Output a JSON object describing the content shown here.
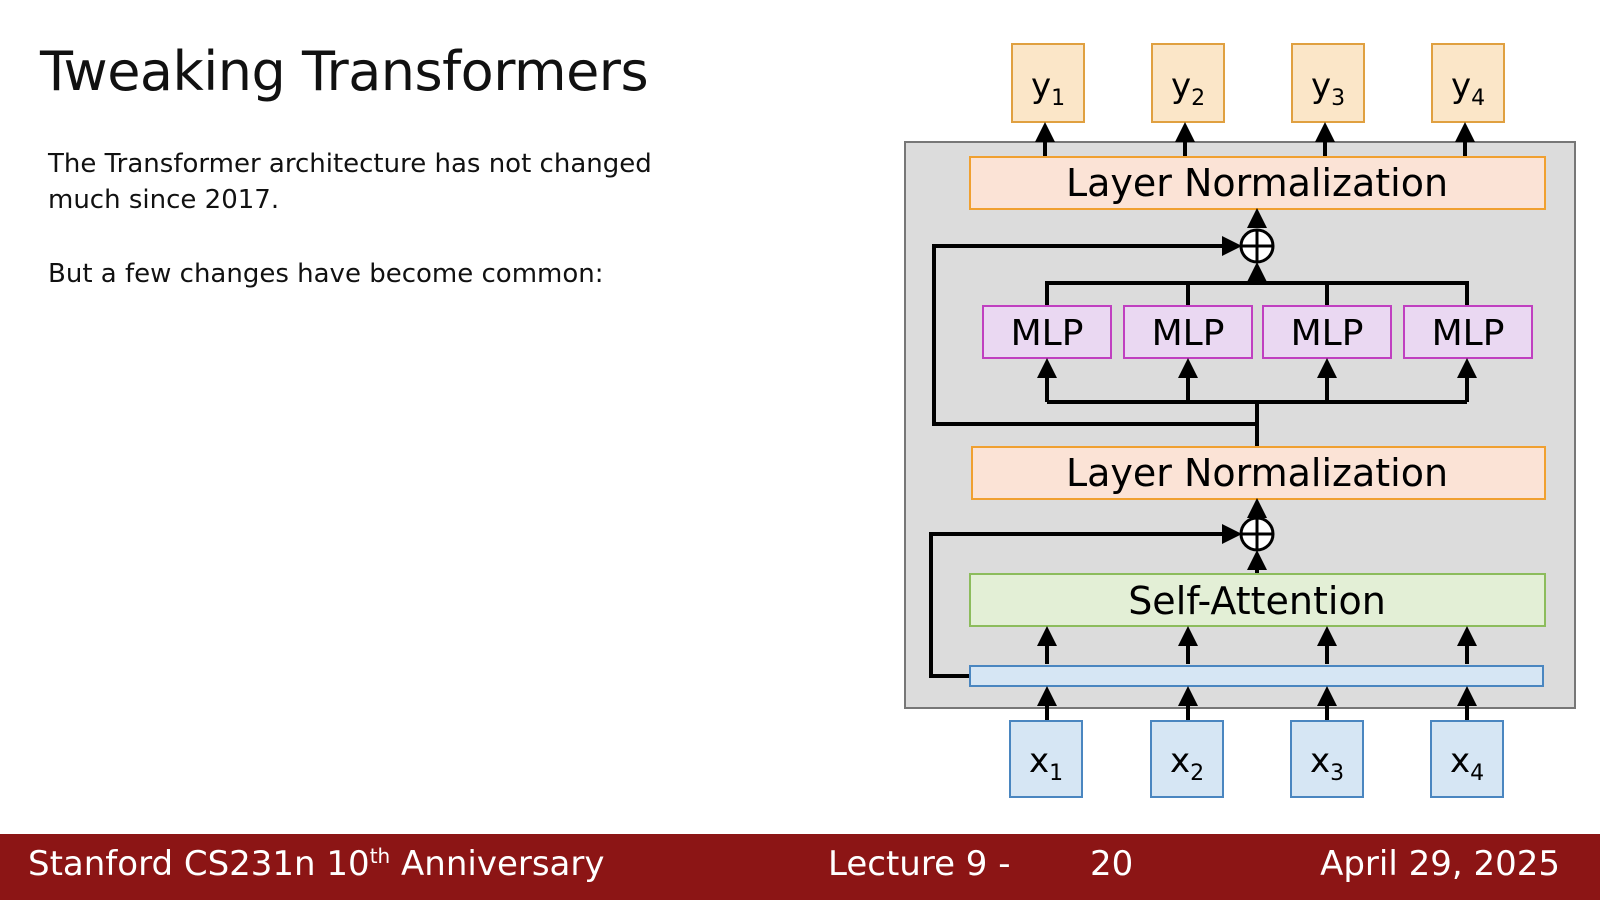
{
  "slide": {
    "title": "Tweaking Transformers",
    "paragraphs": [
      "The Transformer architecture has not changed much since 2017.",
      "But a few changes have become common:"
    ]
  },
  "diagram": {
    "outputs": [
      {
        "base": "y",
        "sub": "1"
      },
      {
        "base": "y",
        "sub": "2"
      },
      {
        "base": "y",
        "sub": "3"
      },
      {
        "base": "y",
        "sub": "4"
      }
    ],
    "inputs": [
      {
        "base": "x",
        "sub": "1"
      },
      {
        "base": "x",
        "sub": "2"
      },
      {
        "base": "x",
        "sub": "3"
      },
      {
        "base": "x",
        "sub": "4"
      }
    ],
    "layer_norm_top": "Layer Normalization",
    "layer_norm_bottom": "Layer Normalization",
    "mlp_labels": [
      "MLP",
      "MLP",
      "MLP",
      "MLP"
    ],
    "self_attention": "Self-Attention",
    "add_symbol": "⊕",
    "colors": {
      "block_bg": "#dcdcdc",
      "layer_norm_fill": "#fbe3d6",
      "layer_norm_stroke": "#f0a030",
      "mlp_fill": "#ead8f2",
      "mlp_stroke": "#c040c0",
      "attn_fill": "#e3efd6",
      "attn_stroke": "#8cbc5c",
      "input_fill": "#d6e6f4",
      "input_stroke": "#4a86c0",
      "output_fill": "#fbe6c8",
      "output_stroke": "#e0a040"
    }
  },
  "footer": {
    "course": "Stanford CS231n 10",
    "course_sup": "th",
    "course_suffix": " Anniversary",
    "lecture": "Lecture 9 -",
    "page": "20",
    "date": "April 29, 2025"
  }
}
